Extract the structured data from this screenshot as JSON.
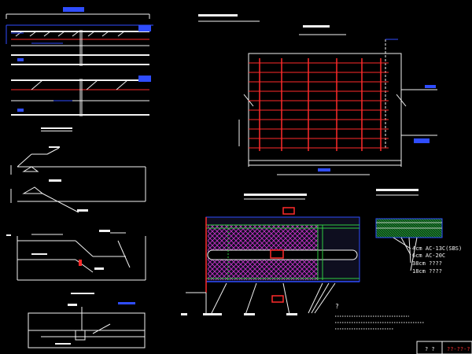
{
  "colors": {
    "background": "#000000",
    "line_white": "#f2f2f2",
    "line_red": "#ff2a2a",
    "line_blue": "#2f4dff",
    "line_green": "#2ecc40",
    "hatch_magenta": "#cc33cc",
    "label_cyan": "#27c3d8"
  },
  "labels": {
    "layer_1": "4cm AC-13C(SBS)",
    "layer_2": "6cm AC-20C",
    "layer_3": "38cm ????",
    "layer_4": "18cm ????",
    "note_mark": "?",
    "title_block_left": "? ?",
    "title_block_right": "??-??-?"
  },
  "icons": {
    "sheet_frame": "title-block-frame",
    "north_marker": "none"
  }
}
